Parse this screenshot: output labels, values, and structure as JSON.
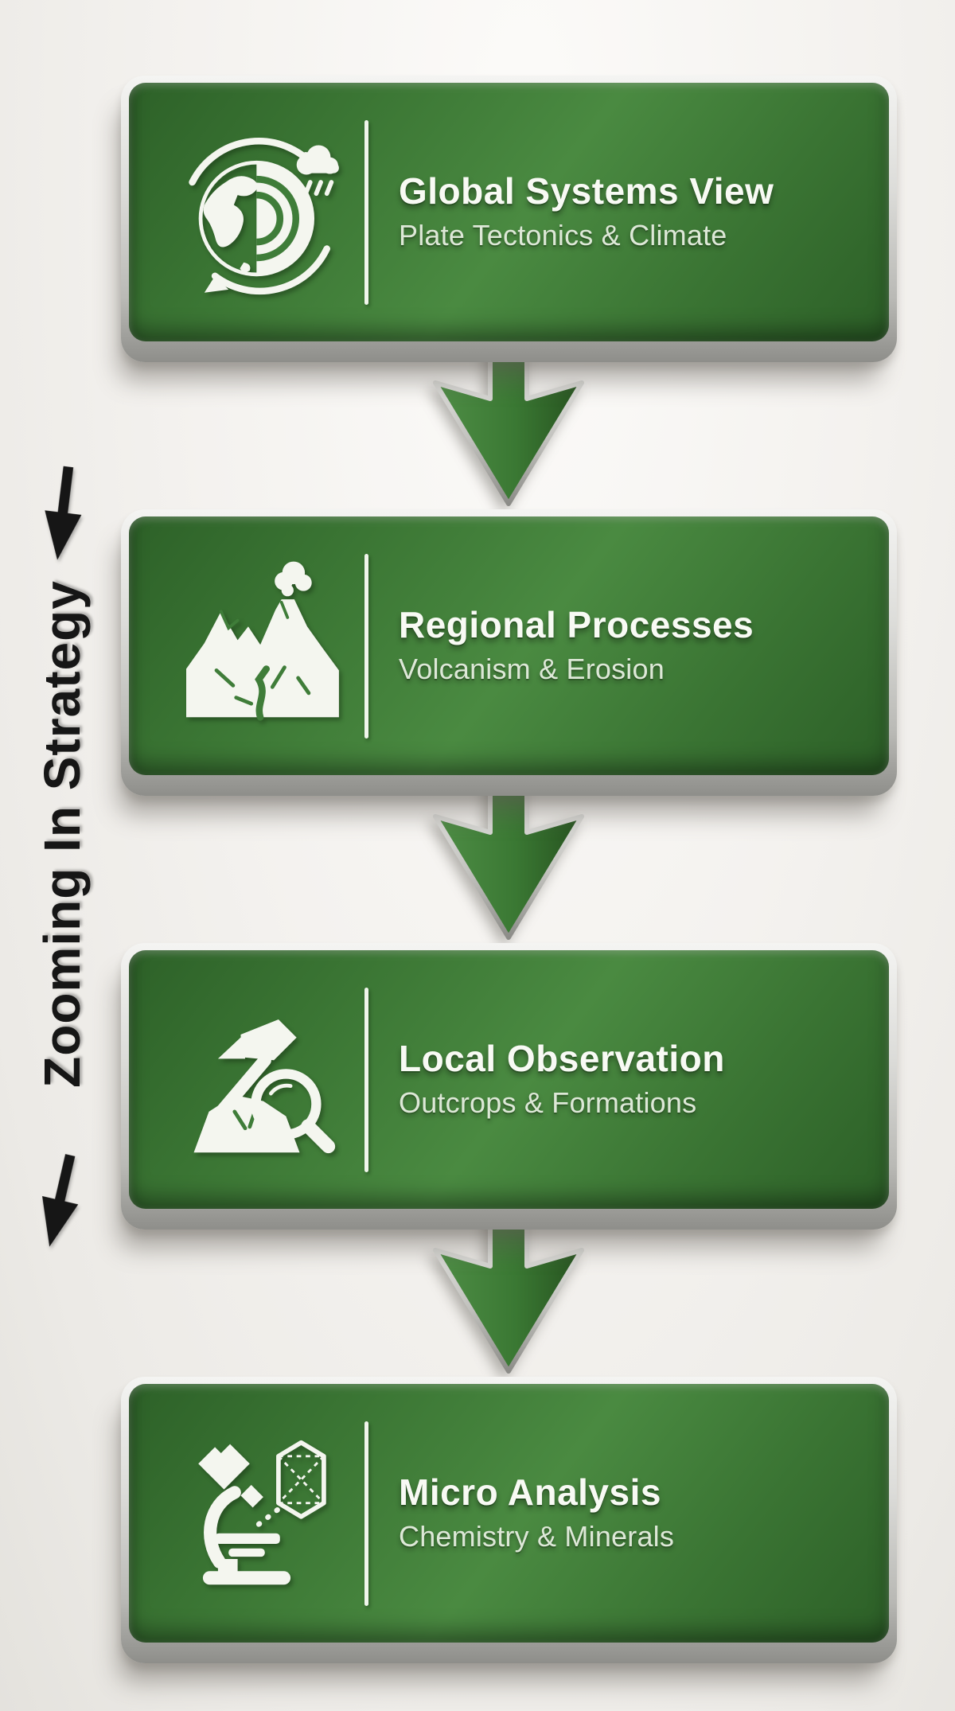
{
  "side_label": {
    "text": "Zooming In Strategy"
  },
  "steps": [
    {
      "title": "Global Systems View",
      "subtitle": "Plate Tectonics & Climate",
      "icon": "earth-layers-icon"
    },
    {
      "title": "Regional Processes",
      "subtitle": "Volcanism & Erosion",
      "icon": "volcano-erosion-icon"
    },
    {
      "title": "Local Observation",
      "subtitle": "Outcrops & Formations",
      "icon": "hammer-magnifier-icon"
    },
    {
      "title": "Micro Analysis",
      "subtitle": "Chemistry & Minerals",
      "icon": "microscope-crystal-icon"
    }
  ],
  "connectors": {
    "count": 3,
    "direction": "down"
  },
  "colors": {
    "panel_green": "#3f7d39",
    "panel_green_light": "#4a8a41",
    "panel_green_dark": "#2d6128",
    "chrome": "#d7d6d3",
    "arrow_green": "#3c7a35",
    "title_text": "#f8faf4",
    "subtitle_text": "#dde8d7",
    "label_text": "#161616",
    "background": "#f2f0ed",
    "icon_white": "#f4f6ef"
  }
}
